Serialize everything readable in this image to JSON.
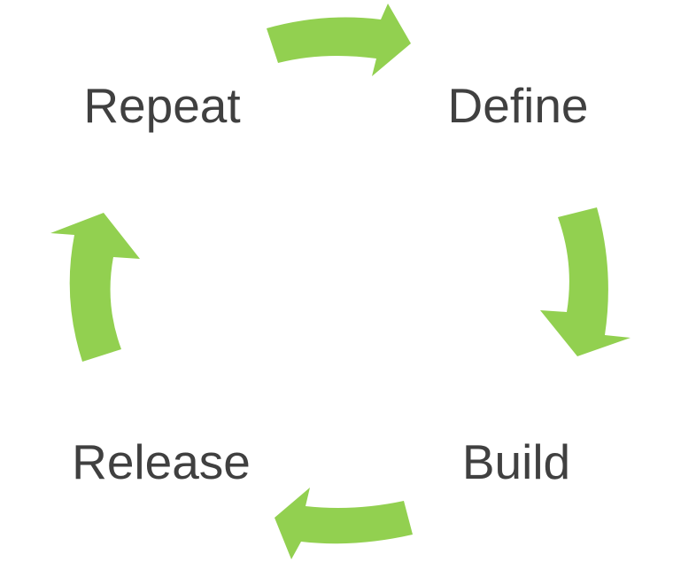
{
  "diagram": {
    "type": "cycle",
    "steps": [
      {
        "id": "define",
        "label": "Define"
      },
      {
        "id": "build",
        "label": "Build"
      },
      {
        "id": "release",
        "label": "Release"
      },
      {
        "id": "repeat",
        "label": "Repeat"
      }
    ],
    "flow": [
      {
        "from": "repeat",
        "to": "define"
      },
      {
        "from": "define",
        "to": "build"
      },
      {
        "from": "build",
        "to": "release"
      },
      {
        "from": "release",
        "to": "repeat"
      }
    ]
  },
  "colors": {
    "arrow": "#92D050",
    "text": "#404040",
    "background": "#ffffff"
  }
}
